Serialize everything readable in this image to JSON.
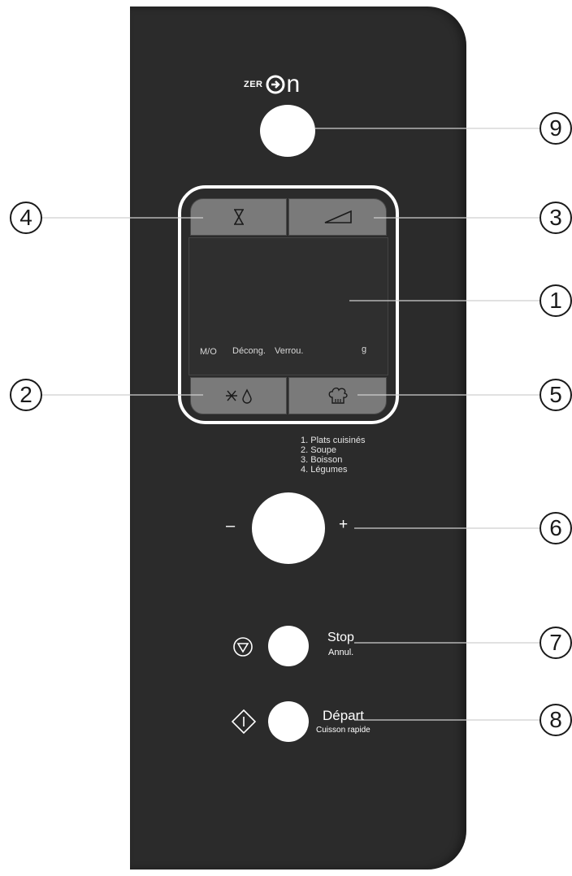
{
  "brand": {
    "prefix": "ZER",
    "suffix": "n"
  },
  "display": {
    "labels": [
      "M/O",
      "Décong.",
      "Verrou.",
      "g"
    ]
  },
  "modes": [
    "1. Plats cuisinés",
    "2. Soupe",
    "3. Boisson",
    "4. Légumes"
  ],
  "dial": {
    "minus": "–",
    "plus": "+"
  },
  "stop": {
    "label": "Stop",
    "sublabel": "Annul."
  },
  "start": {
    "label": "Départ",
    "sublabel": "Cuisson rapide"
  },
  "callouts": [
    "1",
    "2",
    "3",
    "4",
    "5",
    "6",
    "7",
    "8",
    "9"
  ],
  "colors": {
    "panel": "#2b2b2b",
    "key": "#7a7a7a",
    "button": "#ffffff"
  },
  "icons": {
    "key_top_left": "hourglass-icon",
    "key_top_right": "power-ramp-icon",
    "key_bottom_left": "defrost-icon",
    "key_bottom_right": "chef-hat-icon",
    "stop": "stop-triangle-icon",
    "start": "start-diamond-icon",
    "brand": "zeron-plug-icon"
  }
}
